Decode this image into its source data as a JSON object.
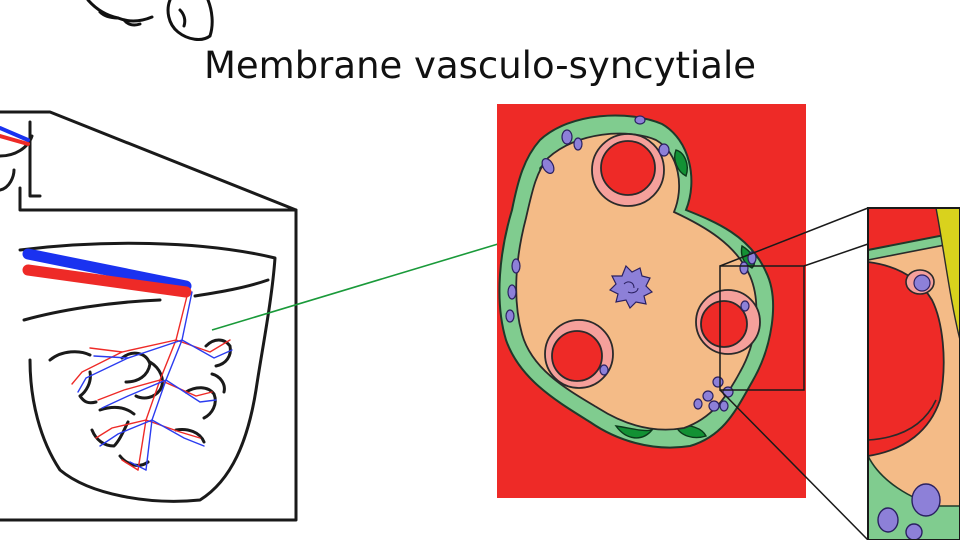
{
  "slide": {
    "title": "Membrane vasculo-syncytiale"
  },
  "colors": {
    "maternal_blood": "#ee2a27",
    "villus_stroma": "#f4bb87",
    "syncytium": "#80cc8f",
    "syncytium_dark": "#129134",
    "nuclei": "#8d80d8",
    "fetal_vessel_wall": "#f5a09b",
    "arterial_line": "#1a32f0",
    "venous_line": "#ee2a27",
    "zoom_connector": "#1a9a3a",
    "basement_membrane": "#d9d21d"
  },
  "icons": {
    "top_drawing": "hand-sketch-icon",
    "placenta_block": "placenta-cut-block-diagram",
    "villus_section": "chorionic-villus-cross-section",
    "zoom_detail": "membrane-detail-magnified"
  }
}
